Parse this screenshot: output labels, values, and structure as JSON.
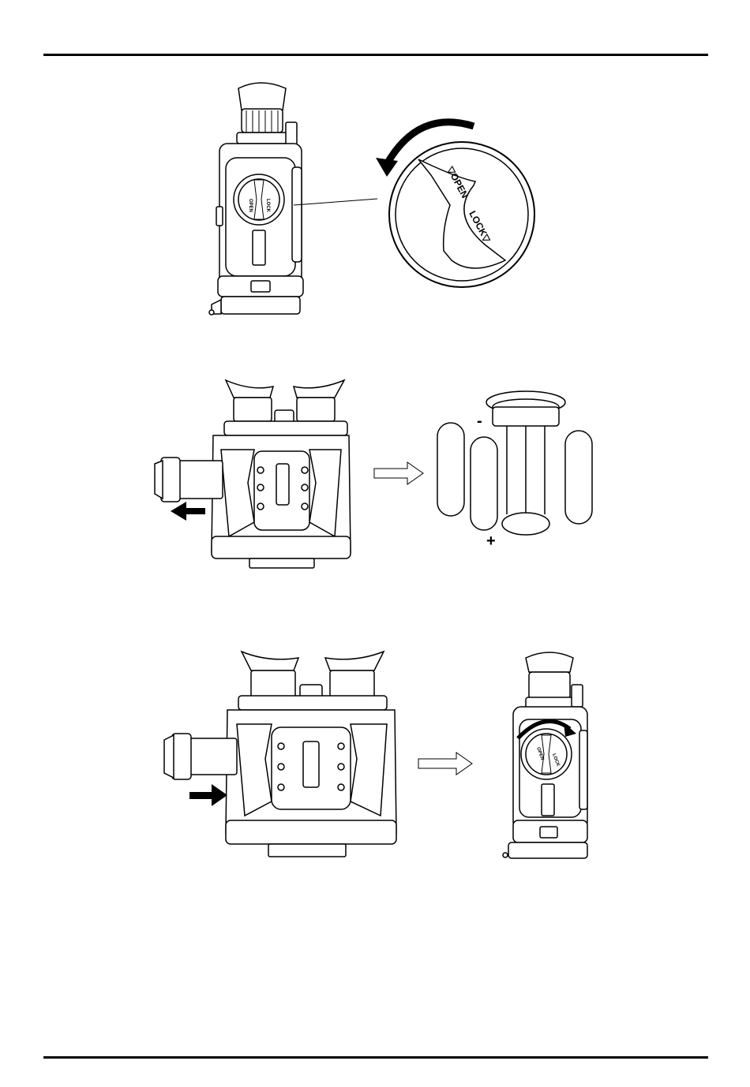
{
  "page": {
    "background": "#ffffff",
    "line_color": "#000000"
  },
  "figure1": {
    "cap_label_open": "▽OPEN",
    "cap_label_lock": "LOCK▽",
    "device_label_open": "OPEN",
    "device_label_lock": "LOCK",
    "rotation_icon": "counterclockwise-arrow-icon"
  },
  "figure2": {
    "minus_label": "-",
    "plus_label": "+",
    "pull_arrow_icon": "left-arrow-icon",
    "result_arrow_icon": "hollow-right-arrow-icon"
  },
  "figure3": {
    "push_arrow_icon": "right-arrow-icon",
    "result_arrow_icon": "hollow-right-arrow-icon",
    "device_label_open": "OPEN",
    "device_label_lock": "LOCK",
    "rotation_icon": "clockwise-arrow-icon"
  }
}
